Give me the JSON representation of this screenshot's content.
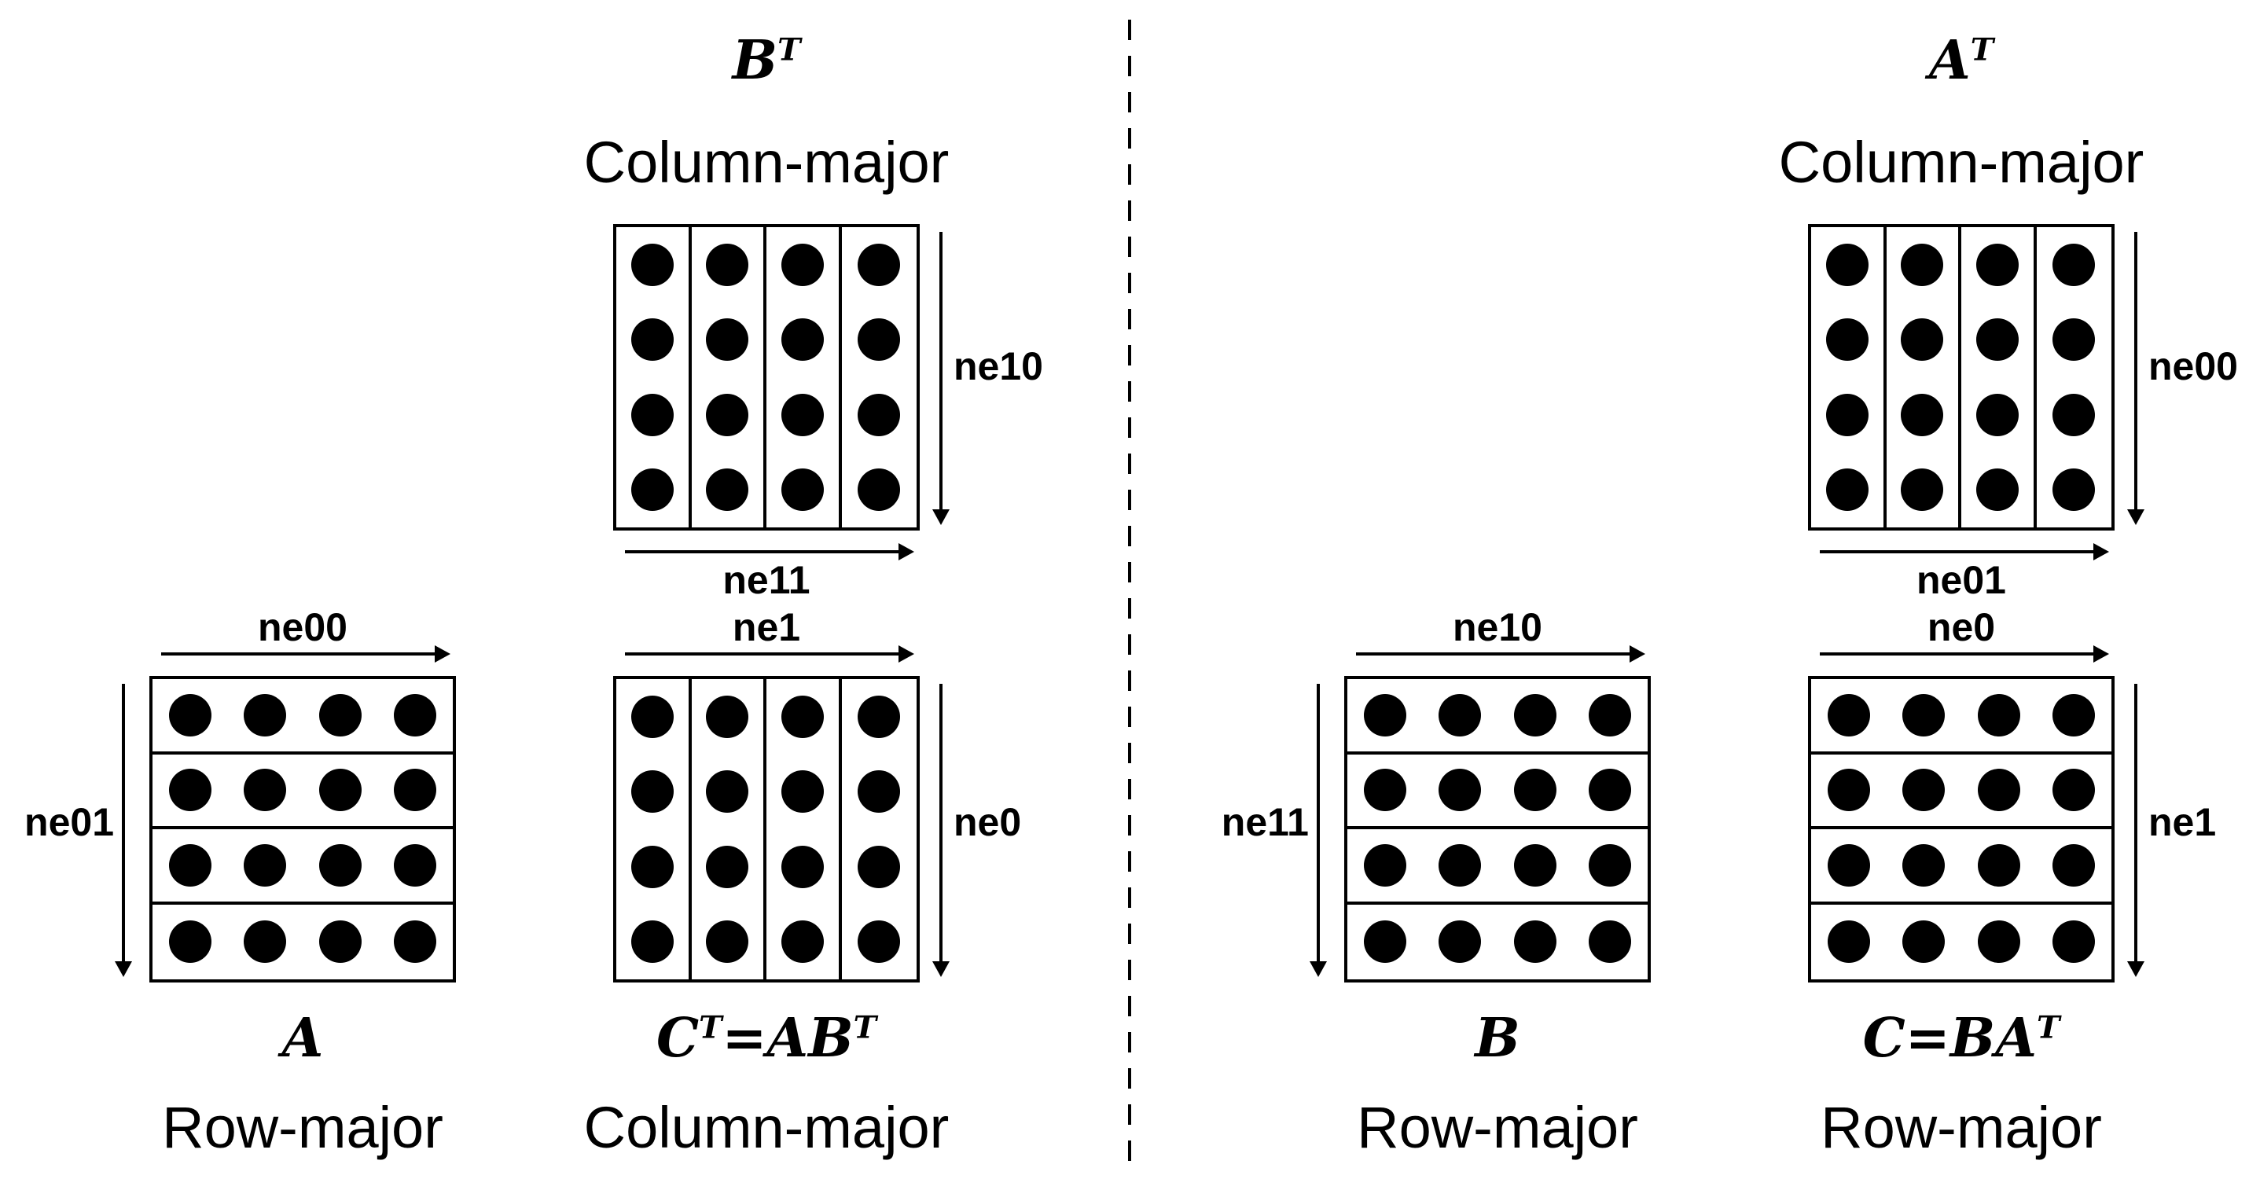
{
  "figure": {
    "colors": {
      "ink": "#000000",
      "background": "#ffffff"
    },
    "matrix": {
      "rows": 4,
      "cols": 4
    },
    "left": {
      "b_t": {
        "formula": [
          {
            "t": "B"
          },
          {
            "t": "T",
            "sup": true
          }
        ],
        "layout": "Column-major",
        "arrow_right": "ne10",
        "arrow_bottom": "ne11"
      },
      "a": {
        "formula": [
          {
            "t": "A"
          }
        ],
        "layout": "Row-major",
        "arrow_top": "ne00",
        "arrow_left": "ne01"
      },
      "c_t": {
        "formula": [
          {
            "t": "C"
          },
          {
            "t": "T",
            "sup": true
          },
          {
            "t": "=AB"
          },
          {
            "t": "T",
            "sup": true
          }
        ],
        "layout": "Column-major",
        "arrow_top": "ne1",
        "arrow_right": "ne0"
      }
    },
    "right": {
      "a_t": {
        "formula": [
          {
            "t": "A"
          },
          {
            "t": "T",
            "sup": true
          }
        ],
        "layout": "Column-major",
        "arrow_right": "ne00",
        "arrow_bottom": "ne01"
      },
      "b": {
        "formula": [
          {
            "t": "B"
          }
        ],
        "layout": "Row-major",
        "arrow_top": "ne10",
        "arrow_left": "ne11"
      },
      "c": {
        "formula": [
          {
            "t": "C"
          },
          {
            "t": "=BA"
          },
          {
            "t": "T",
            "sup": true
          }
        ],
        "layout": "Row-major",
        "arrow_top": "ne0",
        "arrow_right": "ne1"
      }
    }
  }
}
